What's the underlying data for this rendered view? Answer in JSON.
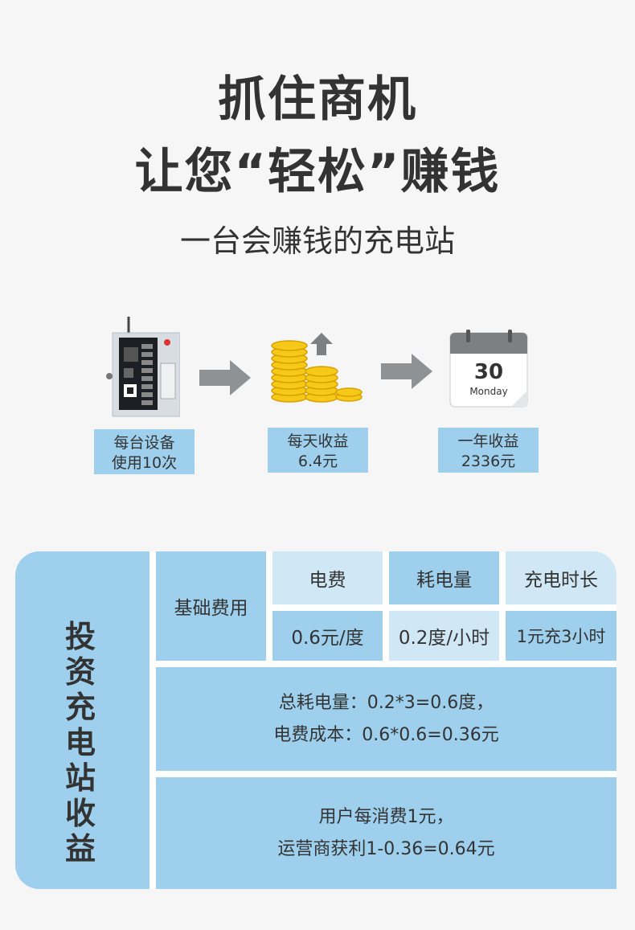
{
  "headline": {
    "line1": "抓住商机",
    "line2": "让您“轻松”赚钱",
    "subtitle": "一台会赚钱的充电站"
  },
  "steps": [
    {
      "line1": "每台设备",
      "line2": "使用10次"
    },
    {
      "line1": "每天收益",
      "line2": "6.4元"
    },
    {
      "line1": "一年收益",
      "line2": "2336元"
    }
  ],
  "calendar": {
    "day": "30",
    "weekday": "Monday"
  },
  "table": {
    "side_title": "投资充电站收益",
    "base_label": "基础费用",
    "headers": [
      "电费",
      "耗电量",
      "充电时长"
    ],
    "values": [
      "0.6元/度",
      "0.2度/小时",
      "1元充3小时"
    ],
    "calc_line1": "总耗电量：0.2*3=0.6度，",
    "calc_line2": "电费成本：0.6*0.6=0.36元",
    "profit_line1": "用户每消费1元，",
    "profit_line2": "运营商获利1-0.36=0.64元"
  },
  "colors": {
    "accent_blue": "#9ed0ee",
    "light_blue": "#d0e8f6",
    "background": "#f6f6f6",
    "text": "#333333"
  }
}
